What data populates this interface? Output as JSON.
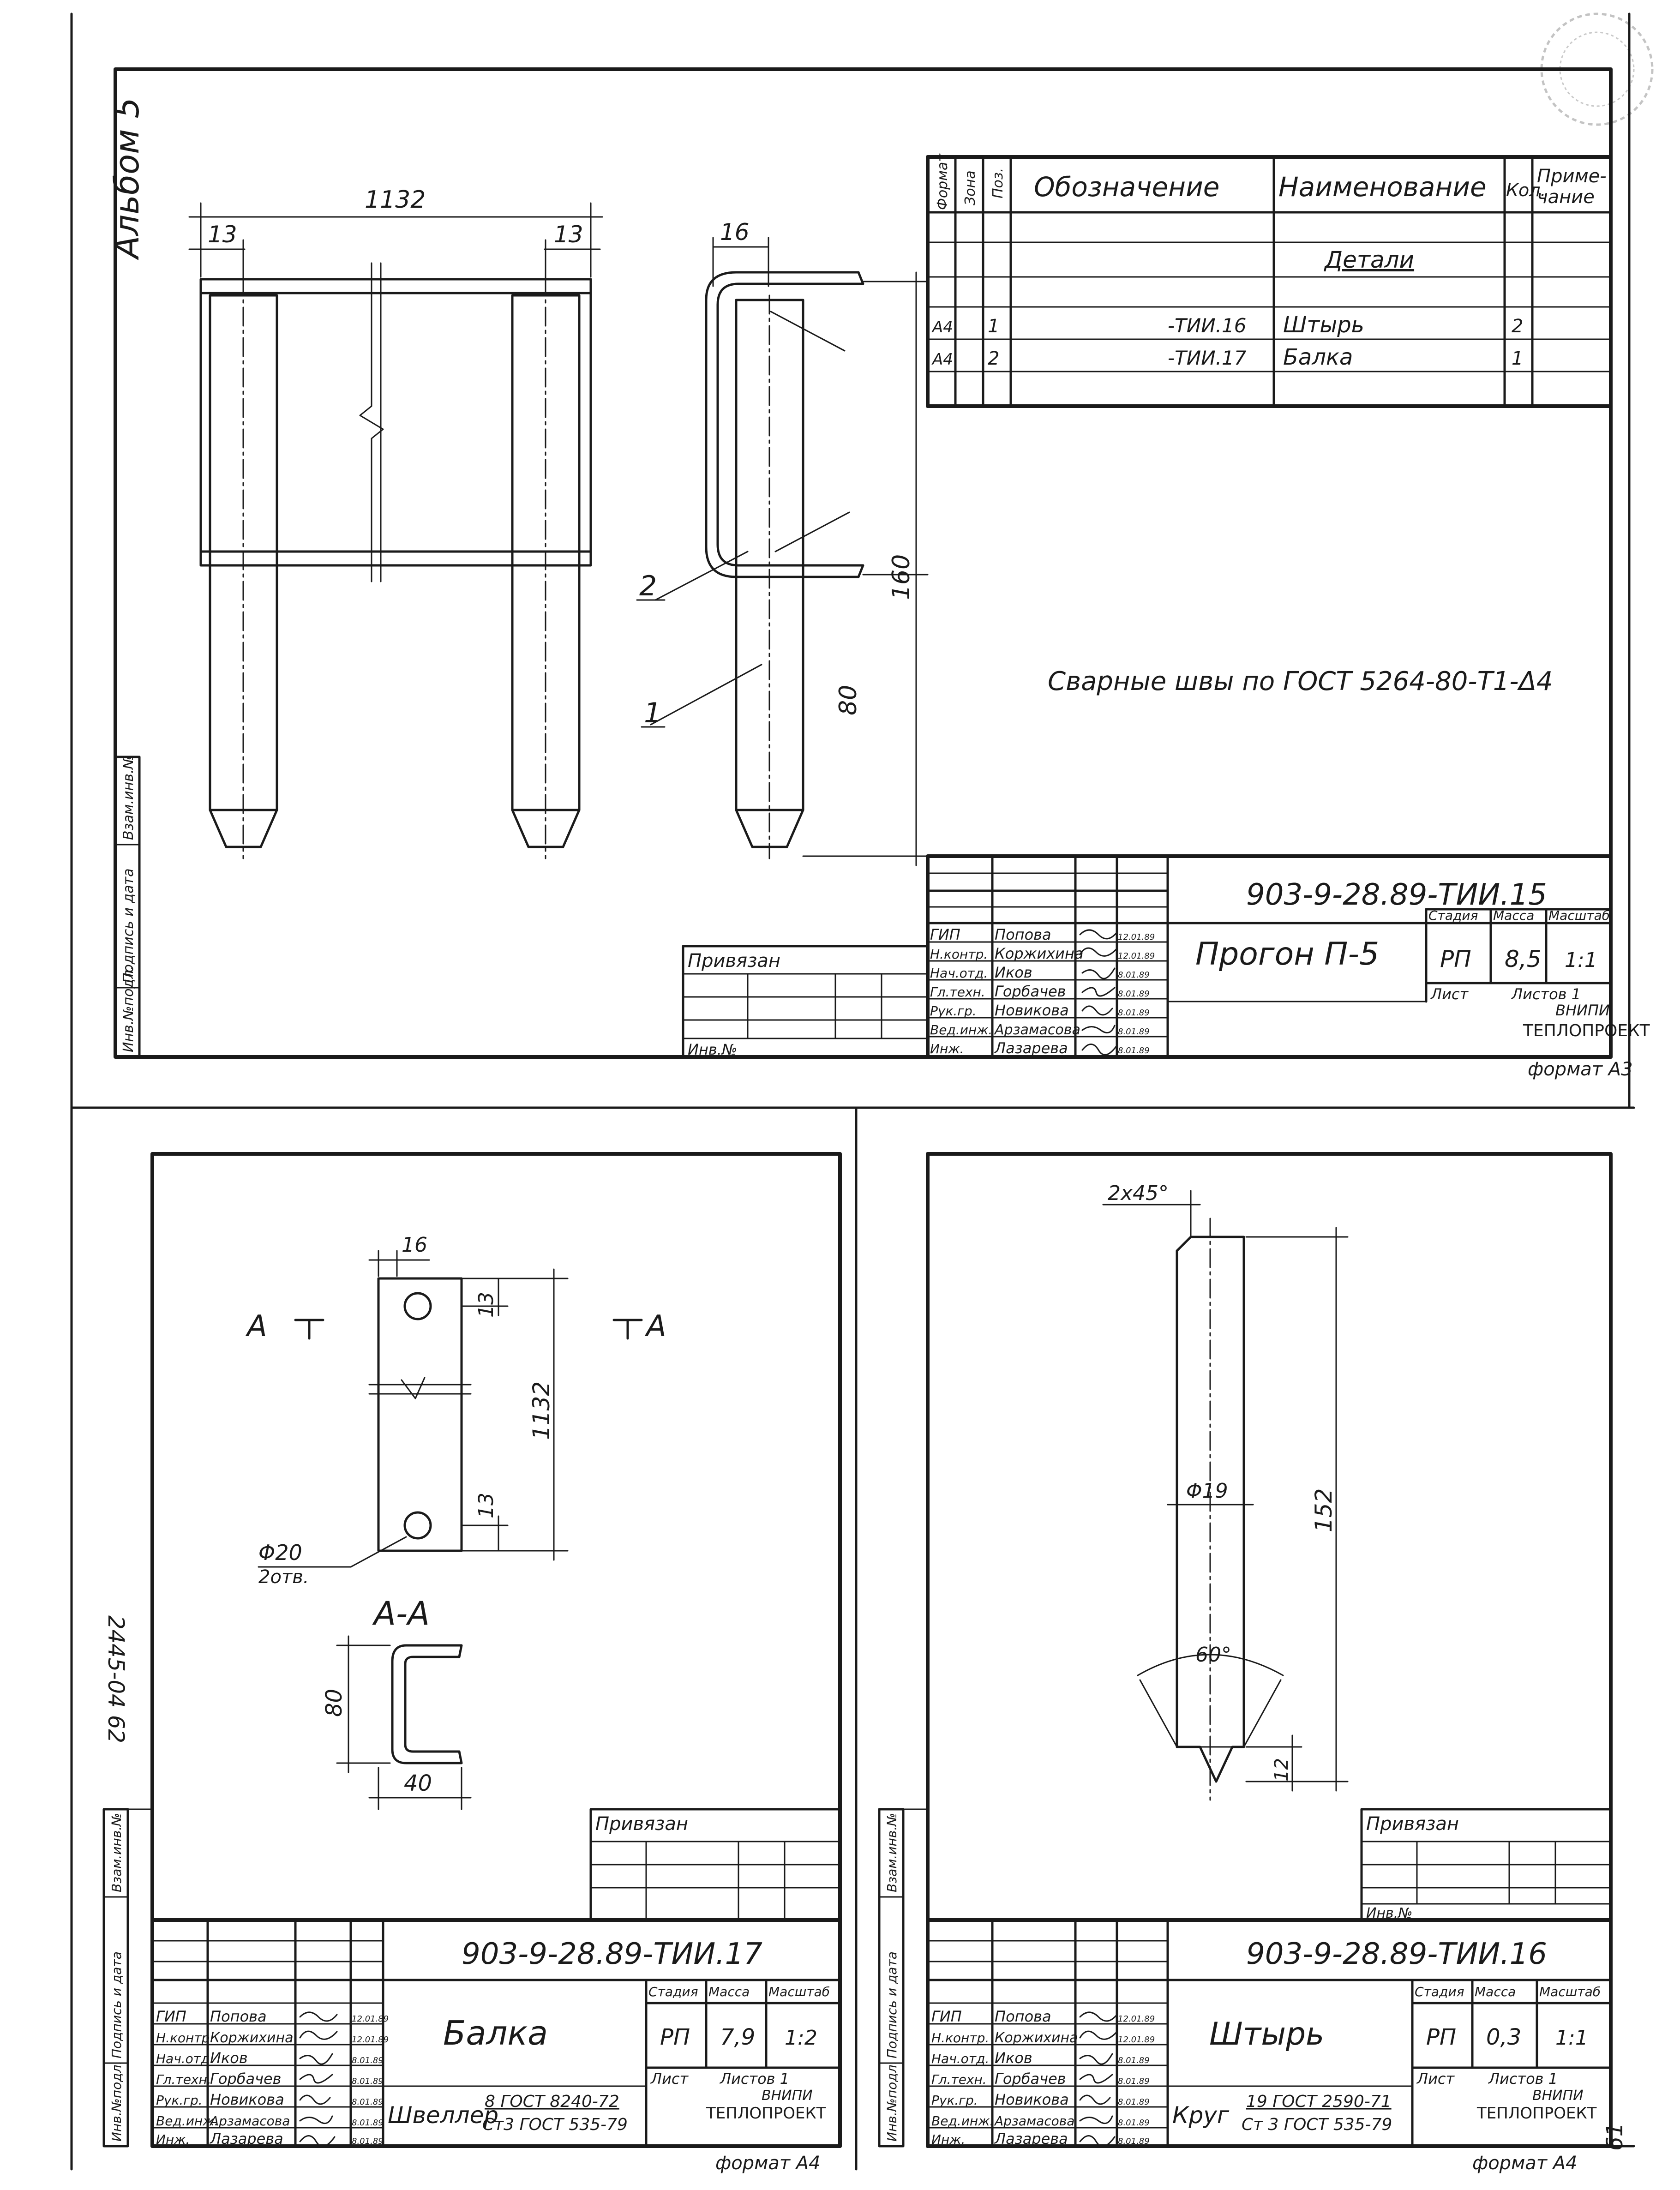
{
  "album": "Альбом 5",
  "top_sheet": {
    "code": "903-9-28.89-ТИИ.15",
    "title": "Прогон П-5",
    "stage": "РП",
    "mass": "8,5",
    "scale": "1:1",
    "sheet_label": "Лист",
    "sheets_label": "Листов 1",
    "org_line1": "ВНИПИ",
    "org_line2": "ТЕПЛОПРОЕКТ",
    "format": "формат А3",
    "hdr_stage": "Стадия",
    "hdr_mass": "Масса",
    "hdr_scale": "Масштаб",
    "privyazan": "Привязан",
    "inv": "Инв.№",
    "note": "Сварные швы по ГОСТ 5264-80-Т1-Δ4",
    "dims": {
      "d1132": "1132",
      "d13a": "13",
      "d13b": "13",
      "d16": "16",
      "d160": "160",
      "d80": "80",
      "pos1": "1",
      "pos2": "2"
    },
    "spec": {
      "headers": [
        "Формат",
        "Зона",
        "Поз.",
        "Обозначение",
        "Наименование",
        "Кол.",
        "Приме-",
        "чание"
      ],
      "section": "Детали",
      "rows": [
        {
          "format": "А4",
          "pos": "1",
          "designation": "-ТИИ.16",
          "name": "Штырь",
          "qty": "2"
        },
        {
          "format": "А4",
          "pos": "2",
          "designation": "-ТИИ.17",
          "name": "Балка",
          "qty": "1"
        }
      ]
    },
    "people": [
      {
        "role": "ГИП",
        "name": "Попова",
        "date": "12.01.89"
      },
      {
        "role": "Н.контр.",
        "name": "Коржихина",
        "date": "12.01.89"
      },
      {
        "role": "Нач.отд.",
        "name": "Иков",
        "date": "8.01.89"
      },
      {
        "role": "Гл.техн.",
        "name": "Горбачев",
        "date": "8.01.89"
      },
      {
        "role": "Рук.гр.",
        "name": "Новикова",
        "date": "8.01.89"
      },
      {
        "role": "Вед.инж.",
        "name": "Арзамасова",
        "date": "8.01.89"
      },
      {
        "role": "Инж.",
        "name": "Лазарева",
        "date": "8.01.89"
      }
    ]
  },
  "left_sheet": {
    "code": "903-9-28.89-ТИИ.17",
    "title": "Балка",
    "stage": "РП",
    "mass": "7,9",
    "scale": "1:2",
    "sheet_label": "Лист",
    "sheets_label": "Листов 1",
    "org_line1": "ВНИПИ",
    "org_line2": "ТЕПЛОПРОЕКТ",
    "format": "формат А4",
    "privyazan": "Привязан",
    "material_label": "Швеллер",
    "material_top": "8 ГОСТ 8240-72",
    "material_bottom": "Ст3 ГОСТ 535-79",
    "section_label": "А-А",
    "marker": "А",
    "dims": {
      "d16": "16",
      "d13a": "13",
      "d1132": "1132",
      "d13b": "13",
      "hole": "Φ20",
      "holes": "2отв.",
      "d80": "80",
      "d40": "40"
    },
    "side_number": "2445-04   62"
  },
  "right_sheet": {
    "code": "903-9-28.89-ТИИ.16",
    "title": "Штырь",
    "stage": "РП",
    "mass": "0,3",
    "scale": "1:1",
    "sheet_label": "Лист",
    "sheets_label": "Листов 1",
    "org_line1": "ВНИПИ",
    "org_line2": "ТЕПЛОПРОЕКТ",
    "format": "формат А4",
    "privyazan": "Привязан",
    "inv": "Инв.№",
    "material_label": "Круг",
    "material_top": "19 ГОСТ 2590-71",
    "material_bottom": "Ст 3 ГОСТ 535-79",
    "dims": {
      "chamfer": "2x45°",
      "dia": "Φ19",
      "d152": "152",
      "angle": "60°",
      "d12": "12"
    },
    "page_number": "61"
  },
  "side_strip": {
    "inv_podl": "Инв.№подл.",
    "podpis": "Подпись и дата",
    "vzam": "Взам.инв.№"
  }
}
